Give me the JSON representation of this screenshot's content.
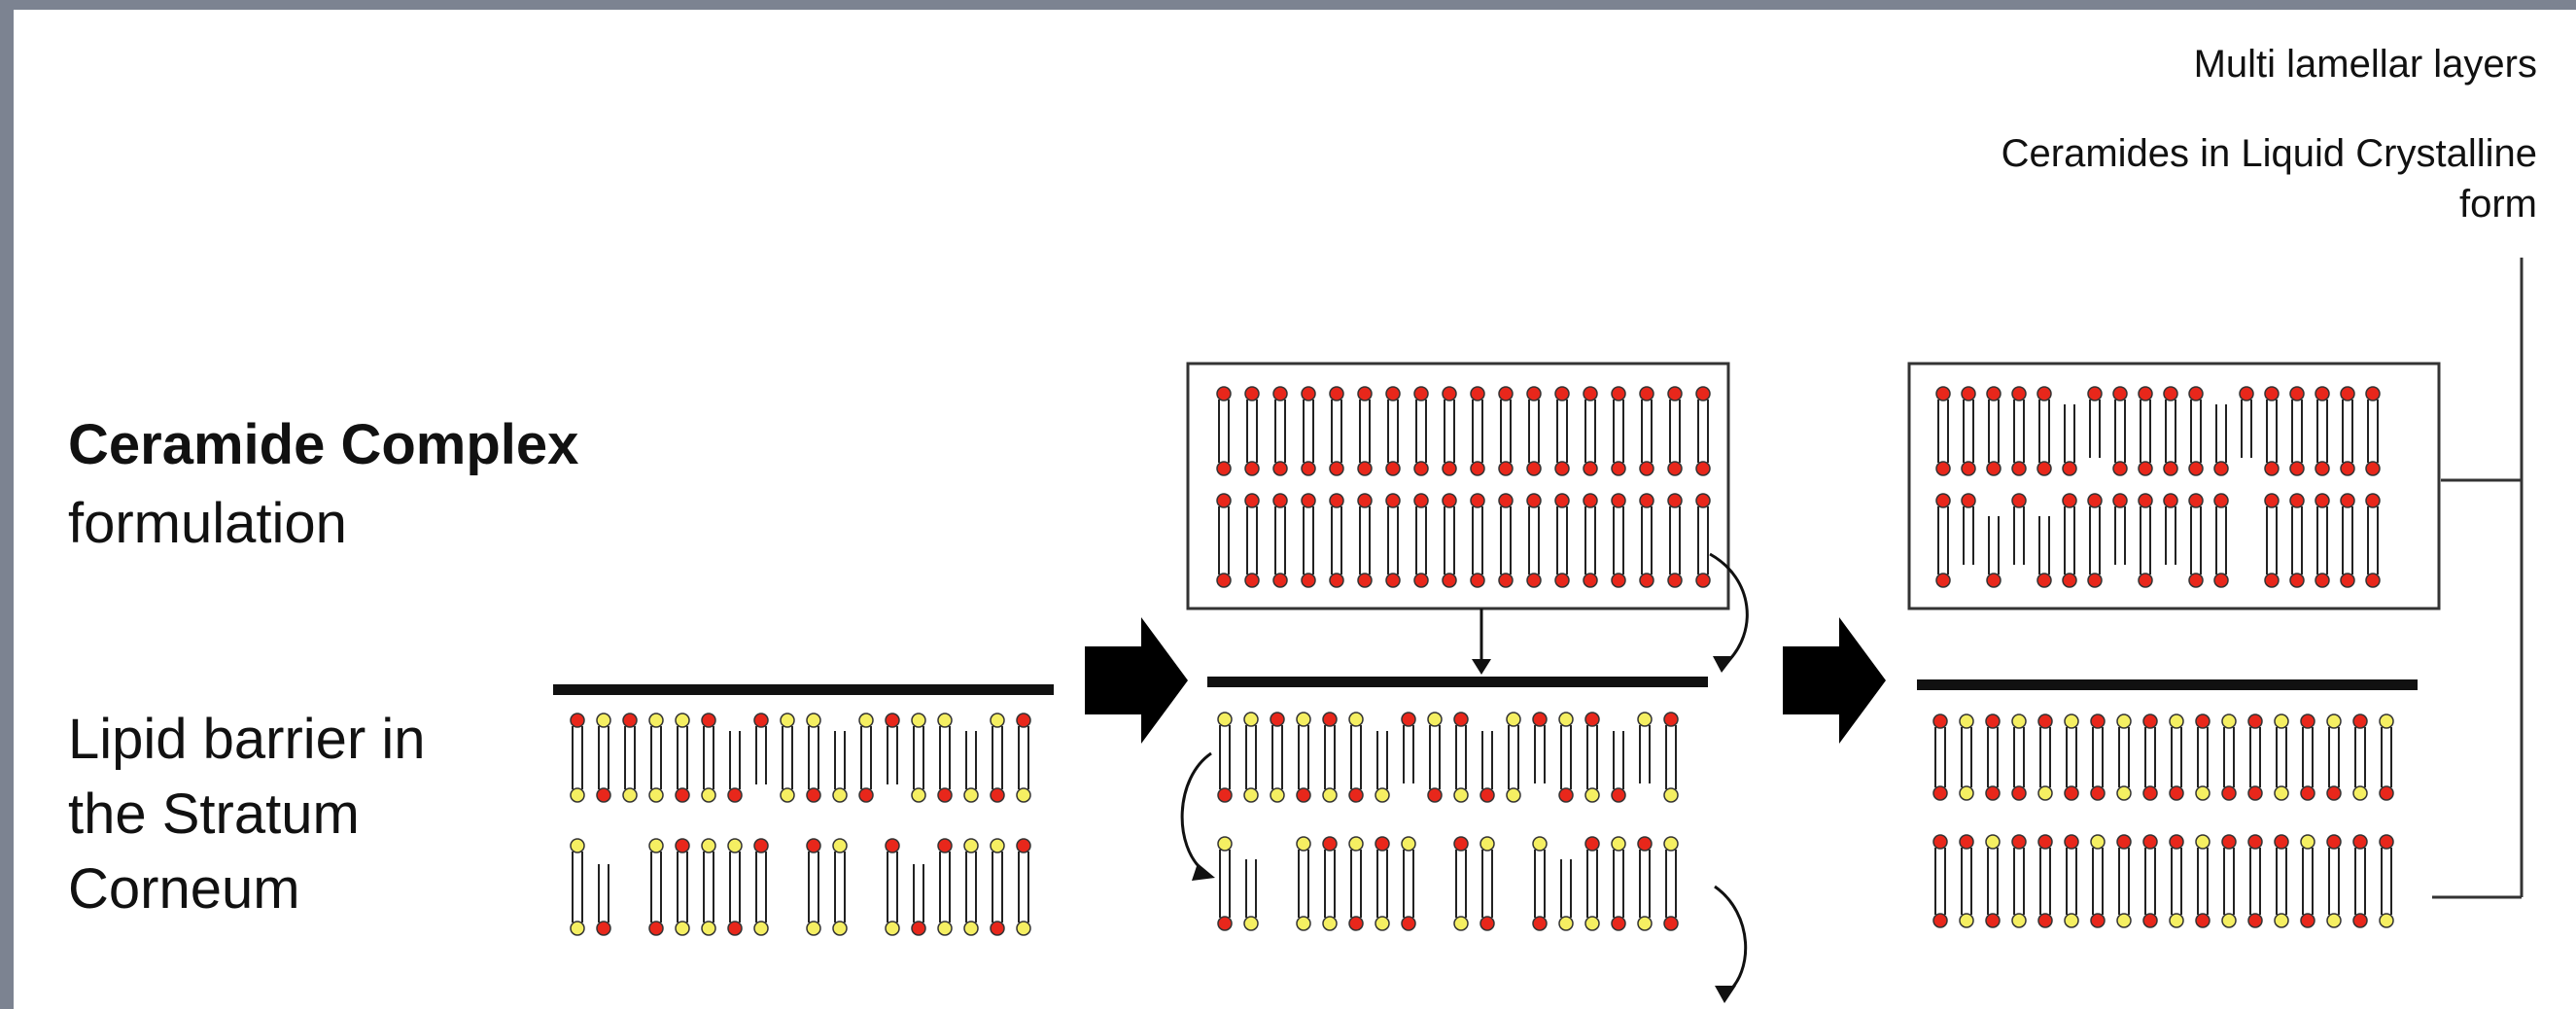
{
  "labels": {
    "multi_lamellar": "Multi lamellar layers",
    "ceramides_lc": "Ceramides in Liquid Crystalline form",
    "complex_bold": "Ceramide Complex",
    "complex_plain": "formulation",
    "lipid_barrier": "Lipid barrier in the Stratum Corneum"
  },
  "colors": {
    "red_head": "#e8271b",
    "yellow_head": "#f5ef62",
    "outline": "#333333",
    "slide_frame": "#7c8391"
  },
  "icons": {
    "step_arrow": "right-arrow-icon",
    "curved_arrow": "curved-arrow-icon"
  }
}
